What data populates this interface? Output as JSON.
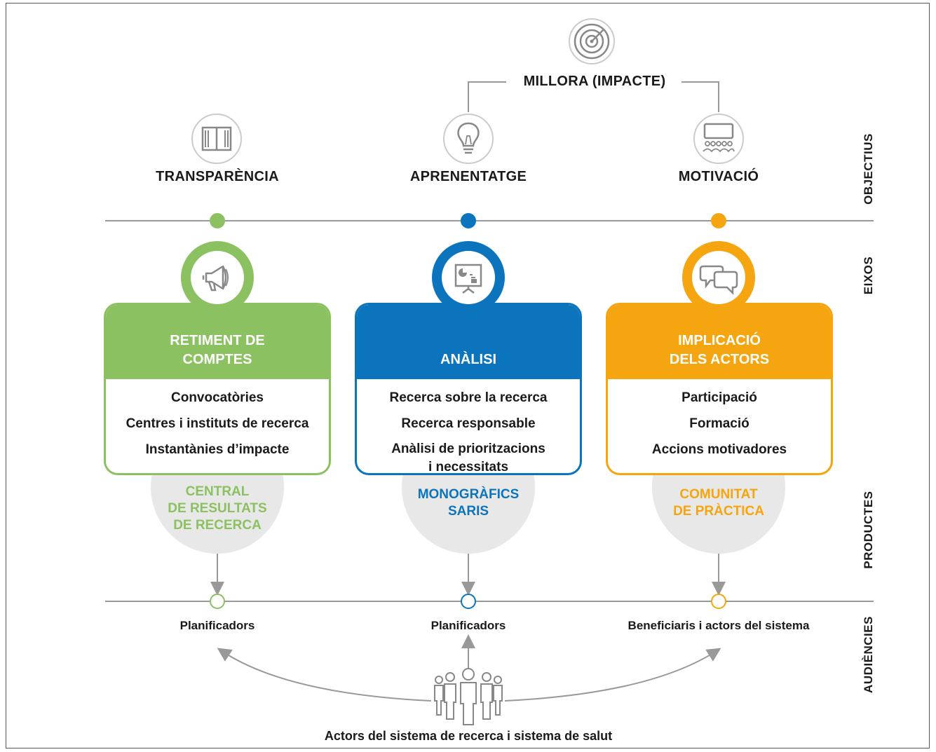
{
  "top_goal": {
    "label": "MILLORA (IMPACTE)",
    "icon": "target-icon"
  },
  "side_labels": [
    "OBJECTIUS",
    "EIXOS",
    "PRODUCTES",
    "AUDIÈNCIES"
  ],
  "columns": [
    {
      "objective": "TRANSPARÈNCIA",
      "objective_icon": "window-icon",
      "color": "#8cc162",
      "axis_icon": "megaphone-icon",
      "axis_title": "RETIMENT DE\nCOMPTES",
      "items": [
        "Convocatòries",
        "Centres i instituts de recerca",
        "Instantànies d’impacte"
      ],
      "product": "CENTRAL\nDE RESULTATS\nDE RECERCA",
      "audience": "Planificadors"
    },
    {
      "objective": "APRENENTATGE",
      "objective_icon": "lightbulb-icon",
      "color": "#0b74bd",
      "axis_icon": "presentation-board-icon",
      "axis_title": "ANÀLISI",
      "items": [
        "Recerca sobre la recerca",
        "Recerca responsable",
        "Anàlisi de prioritzacions\ni necessitats"
      ],
      "product": "MONOGRÀFICS\nSARIS",
      "audience": "Planificadors"
    },
    {
      "objective": "MOTIVACIÓ",
      "objective_icon": "audience-presentation-icon",
      "color": "#f4a50f",
      "axis_icon": "speech-bubbles-icon",
      "axis_title": "IMPLICACIÓ\nDELS ACTORS",
      "items": [
        "Participació",
        "Formació",
        "Accions motivadores"
      ],
      "product": "COMUNITAT\nDE PRÀCTICA",
      "audience": "Beneficiaris i actors del sistema"
    }
  ],
  "bottom": {
    "label": "Actors del sistema de recerca i sistema de salut",
    "icon": "people-group-icon"
  },
  "colors": {
    "line": "#999999",
    "bubble": "#e8e8e8",
    "text": "#1a1a1a"
  }
}
